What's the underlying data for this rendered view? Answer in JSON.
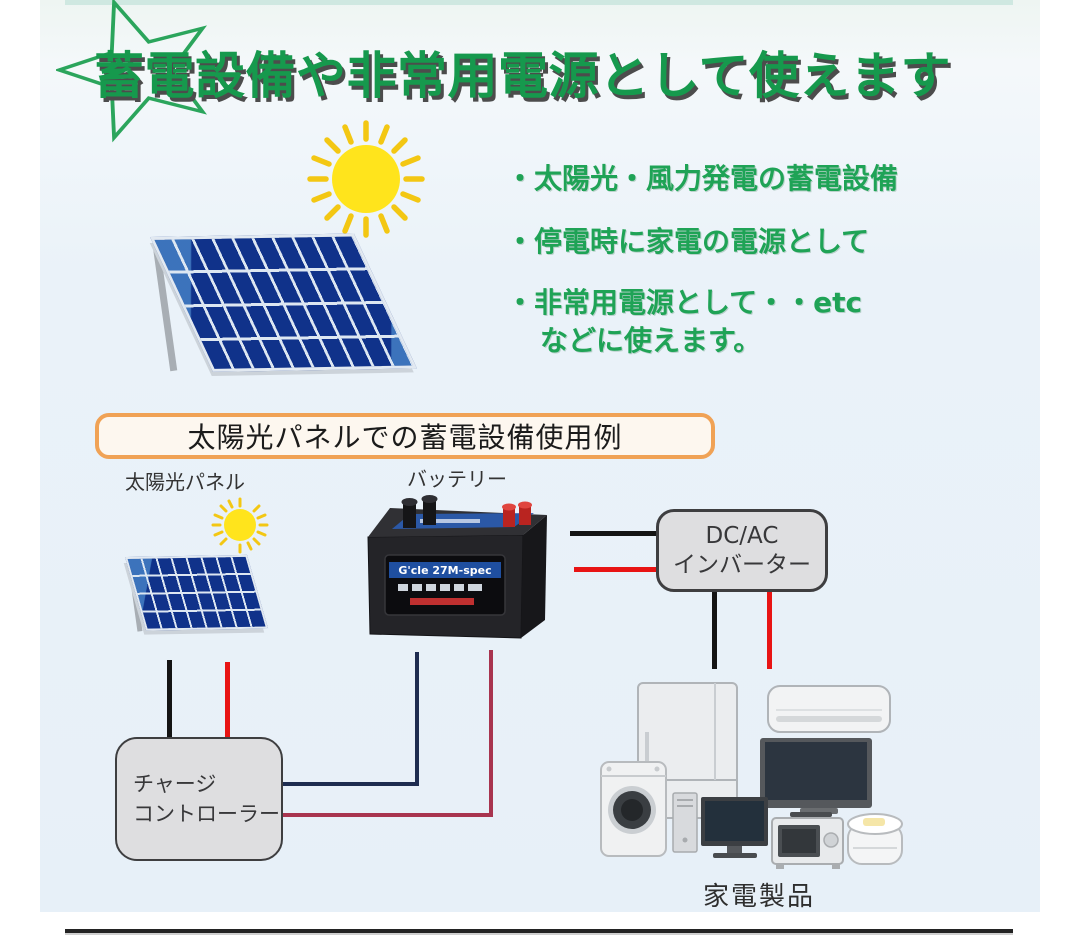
{
  "banner": {
    "text": "蓄電設備や非常用電源として使えます"
  },
  "benefits": {
    "items": [
      "・太陽光・風力発電の蓄電設備",
      "・停電時に家電の電源として",
      "・非常用電源として・・etc",
      "などに使えます。"
    ]
  },
  "example": {
    "title": "太陽光パネルでの蓄電設備使用例"
  },
  "diagram": {
    "solar_panel_label": "太陽光パネル",
    "battery_label": "バッテリー",
    "battery_brand": "G'cle 27M-spec",
    "inverter": {
      "line1": "DC/AC",
      "line2": "インバーター"
    },
    "controller": {
      "line1": "チャージ",
      "line2": "コントローラー"
    },
    "appliances_label": "家電製品"
  },
  "colors": {
    "accent_green": "#16994d",
    "box_orange": "#f0a255",
    "wire_black": "#141414",
    "wire_red": "#e81414",
    "wire_navy": "#1e2c50",
    "wire_maroon": "#a8344f",
    "panel_blue": "#10328a",
    "sun_yellow": "#ffe41c"
  }
}
